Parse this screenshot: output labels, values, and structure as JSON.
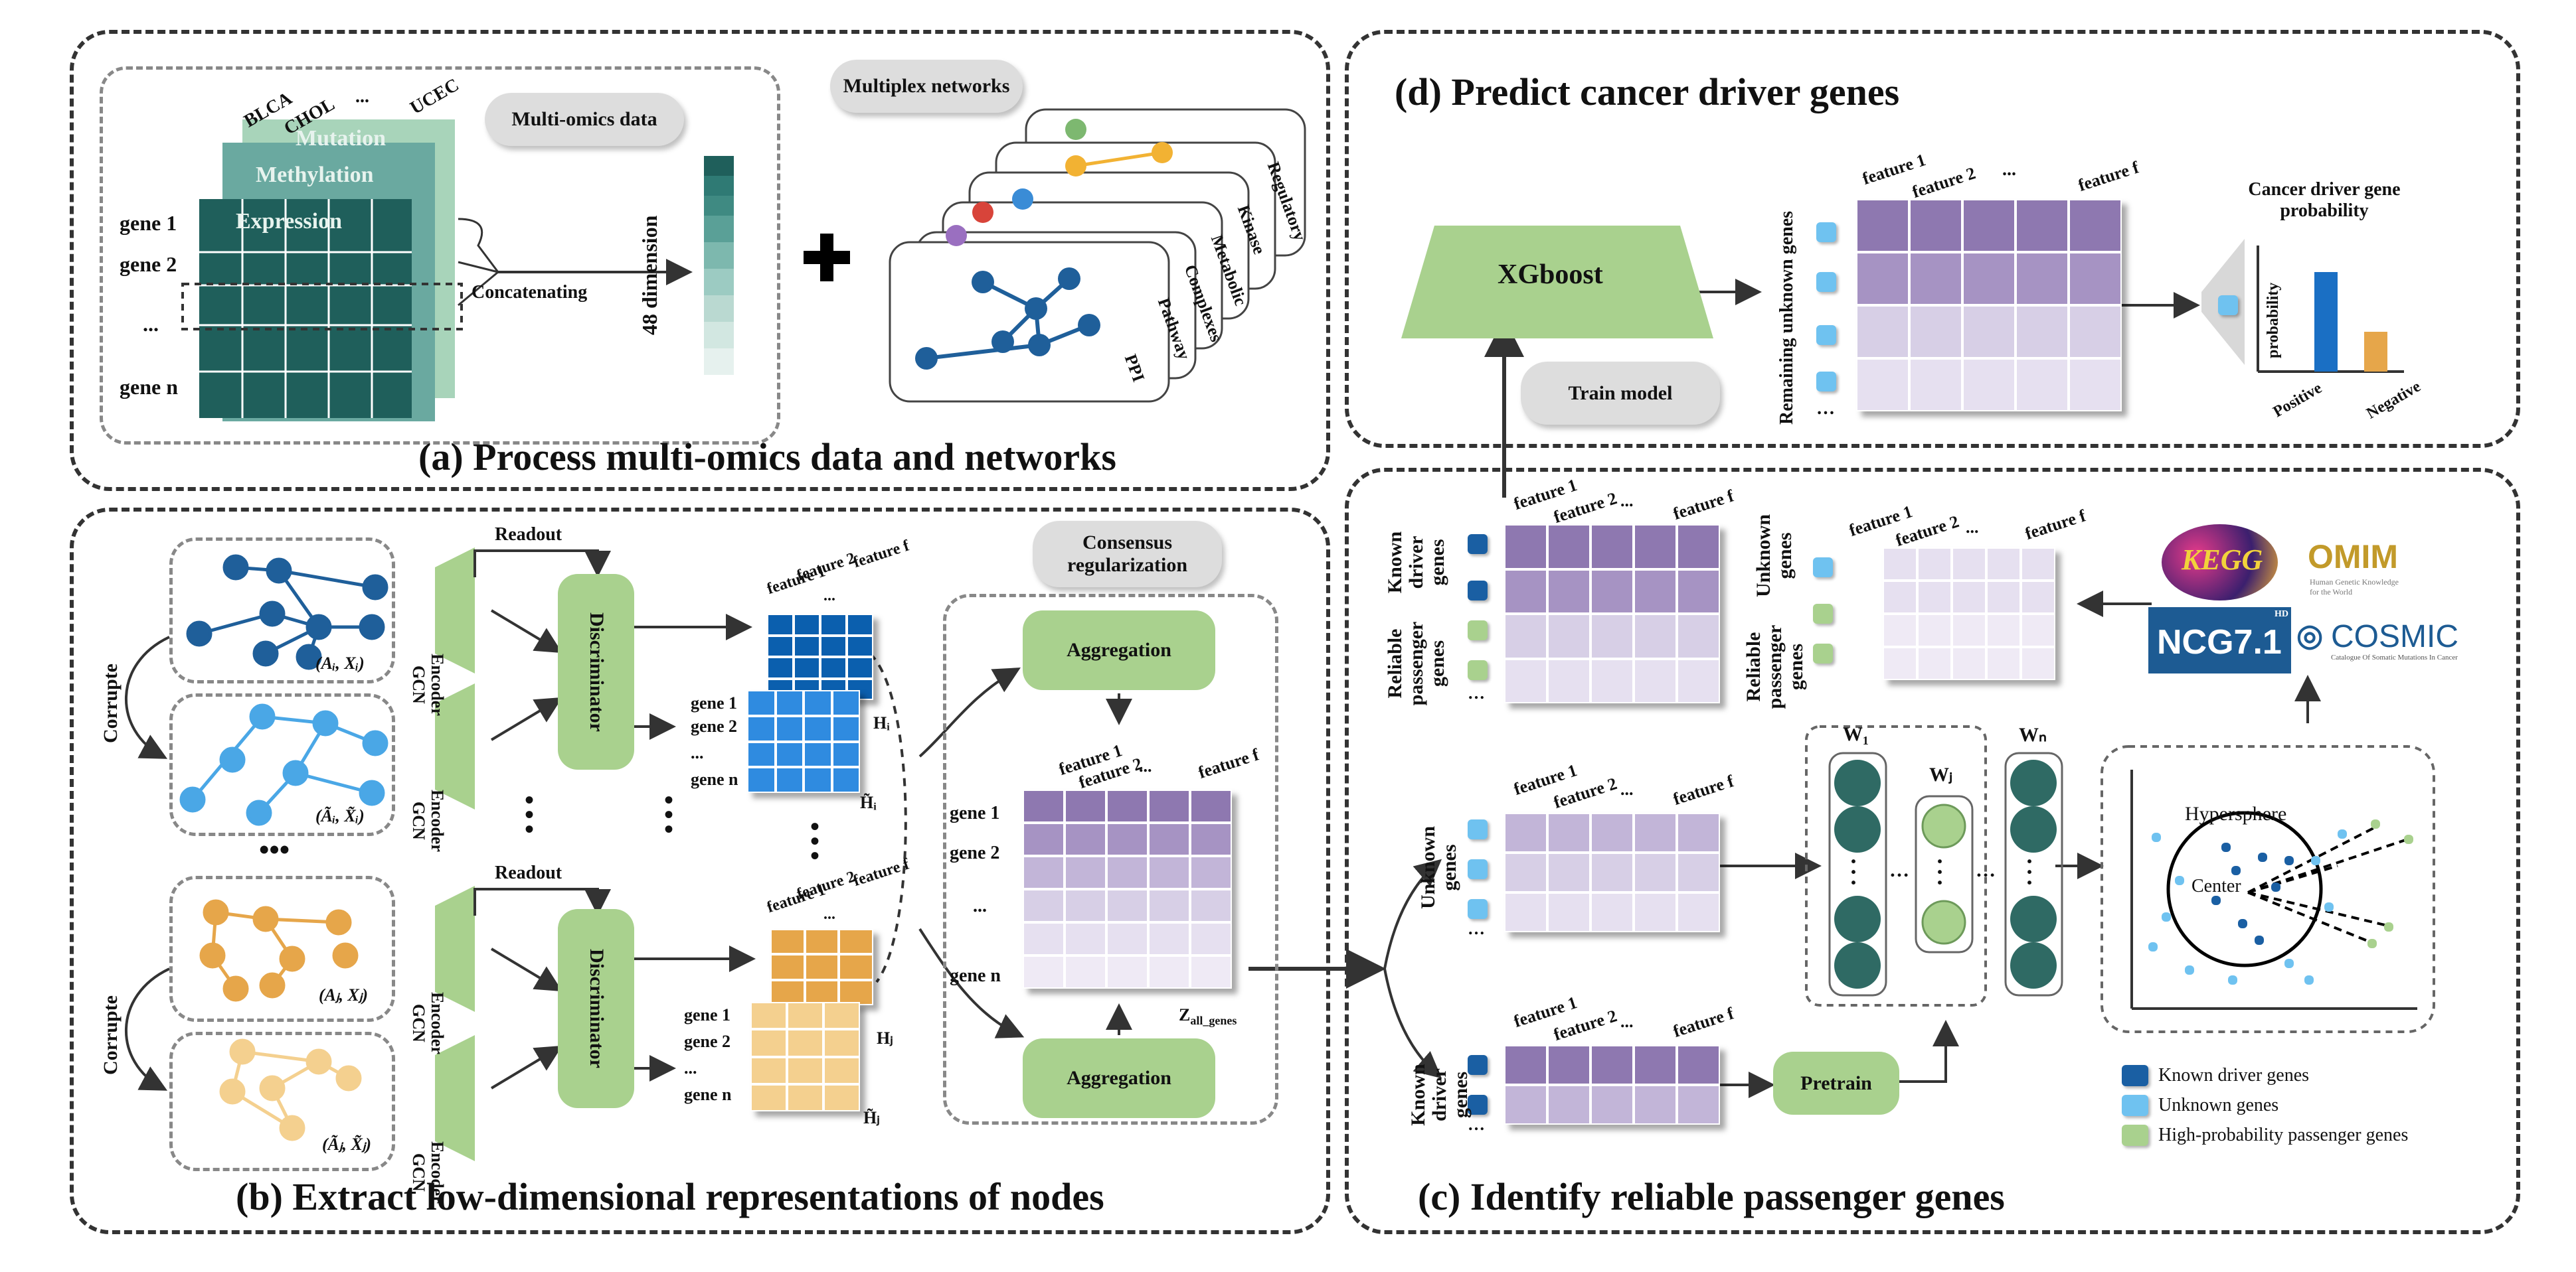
{
  "panels": {
    "a": "(a)  Process multi-omics data and networks",
    "b": "(b)  Extract low-dimensional representations of nodes",
    "c": "(c)  Identify reliable passenger  genes",
    "d": "(d)  Predict cancer driver genes"
  },
  "panel_a": {
    "cancer_types": [
      "BLCA",
      "CHOL",
      "...",
      "UCEC"
    ],
    "layers": [
      "Mutation",
      "Methylation",
      "Expression"
    ],
    "genes": [
      "gene 1",
      "gene 2",
      "...",
      "gene n"
    ],
    "multi_omics_label": "Multi-omics data",
    "concatenating": "Concatenating",
    "dimension": "48 dimension",
    "plus": "+",
    "multiplex_label": "Multiplex networks",
    "networks": [
      "PPI",
      "Pathway",
      "Complexes",
      "Metabolic",
      "Kinase",
      "Regulatory"
    ]
  },
  "panel_b": {
    "corrupte": "Corrupte",
    "readout": "Readout",
    "encoder": "Encoder",
    "gcn": "GCN",
    "discriminator": "Discriminator",
    "graph_labels": [
      "(Aᵢ, Xᵢ)",
      "(Ãᵢ, X̃ᵢ)",
      "(Aⱼ, Xⱼ)",
      "(Ãⱼ, X̃ⱼ)"
    ],
    "feature_labels": [
      "feature 1",
      "feature 2",
      "...",
      "feature f"
    ],
    "genes": [
      "gene 1",
      "gene 2",
      "...",
      "gene n"
    ],
    "matrix_labels": [
      "Hᵢ",
      "H̃ᵢ",
      "Hⱼ",
      "H̃ⱼ"
    ],
    "consensus": "Consensus regularization",
    "aggregation": "Aggregation",
    "z_label": "Z",
    "z_sub": "all_genes",
    "dots": "•••"
  },
  "panel_c": {
    "known_driver_genes": "Known driver genes",
    "reliable_passenger_genes": "Reliable passenger genes",
    "unknown_genes": "Unknown genes",
    "feature_labels": [
      "feature 1",
      "feature 2",
      "...",
      "feature f"
    ],
    "pretrain": "Pretrain",
    "weights": [
      "W₁",
      "Wⱼ",
      "Wₙ"
    ],
    "hypersphere": "Hypersphere",
    "center": "Center",
    "databases": [
      "KEGG",
      "OMIM",
      "NCG7.1",
      "COSMIC"
    ],
    "omim_sub": "Human Genetic Knowledge for the World",
    "cosmic_sub": "Catalogue Of Somatic Mutations In Cancer",
    "ncg_sup": "HD",
    "legend": [
      "Known driver genes",
      "Unknown genes",
      "High-probability passenger genes"
    ]
  },
  "panel_d": {
    "model": "XGboost",
    "train": "Train model",
    "remaining": "Remaining unknown genes",
    "feature_labels": [
      "feature 1",
      "feature 2",
      "...",
      "feature f"
    ],
    "prob_title": "Cancer driver gene probability",
    "prob_axis": "probability",
    "prob_categories": [
      "Positive",
      "Negative"
    ]
  },
  "colors": {
    "teal_dark": "#1f5f5b",
    "teal_mid": "#3d7f7a",
    "teal_light": "#6aa9a0",
    "blue_dark": "#0b5fae",
    "blue_light": "#4aa7e6",
    "orange": "#e6a64a",
    "orange_light": "#f4d08f",
    "purple": "#8e78b0",
    "lavender": "#d9d2e6",
    "green_box": "#a9d18e",
    "known_driver": "#1a5fa3",
    "unknown": "#6fc2f0",
    "passenger": "#a9d18e"
  }
}
